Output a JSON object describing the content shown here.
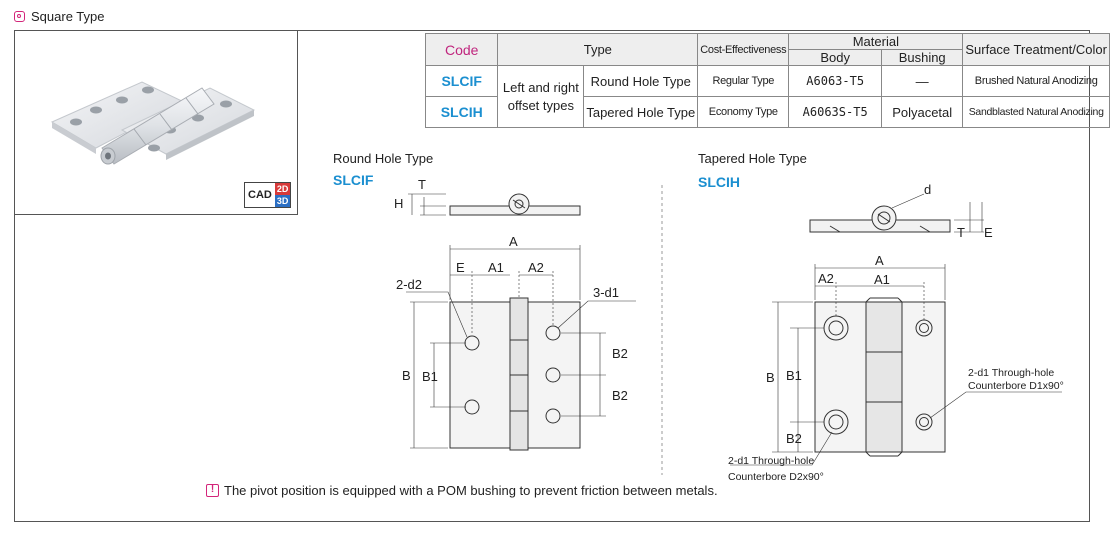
{
  "section_title": "Square Type",
  "cad_badge": {
    "label": "CAD",
    "dim_2d": "2D",
    "dim_3d": "3D"
  },
  "table": {
    "headers": {
      "code": "Code",
      "type": "Type",
      "cost": "Cost-Effectiveness",
      "material": "Material",
      "body": "Body",
      "bushing": "Bushing",
      "surface": "Surface Treatment/Color"
    },
    "shared_type": "Left and right offset types",
    "rows": [
      {
        "code": "SLCIF",
        "subtype": "Round Hole Type",
        "cost": "Regular Type",
        "body": "A6063-T5",
        "bushing": "—",
        "surface": "Brushed Natural Anodizing"
      },
      {
        "code": "SLCIH",
        "subtype": "Tapered Hole Type",
        "cost": "Economy Type",
        "body": "A6063S-T5",
        "bushing": "Polyacetal",
        "surface": "Sandblasted Natural Anodizing"
      }
    ]
  },
  "drawings": {
    "round": {
      "title": "Round Hole Type",
      "code": "SLCIF",
      "dims": {
        "T": "T",
        "H": "H",
        "A": "A",
        "E": "E",
        "A1": "A1",
        "A2": "A2",
        "d2": "2-d2",
        "d1": "3-d1",
        "B": "B",
        "B1": "B1",
        "B2": "B2"
      }
    },
    "tapered": {
      "title": "Tapered Hole Type",
      "code": "SLCIH",
      "dims": {
        "d": "d",
        "T": "T",
        "E": "E",
        "A": "A",
        "A1": "A1",
        "A2": "A2",
        "B": "B",
        "B1": "B1",
        "B2": "B2"
      },
      "callout_right_1": "2-d1 Through-hole",
      "callout_right_2": "Counterbore D1x90°",
      "callout_left_1": "2-d1 Through-hole",
      "callout_left_2": "Counterbore D2x90°"
    }
  },
  "note": "The pivot position is equipped with a POM bushing to prevent friction between metals."
}
